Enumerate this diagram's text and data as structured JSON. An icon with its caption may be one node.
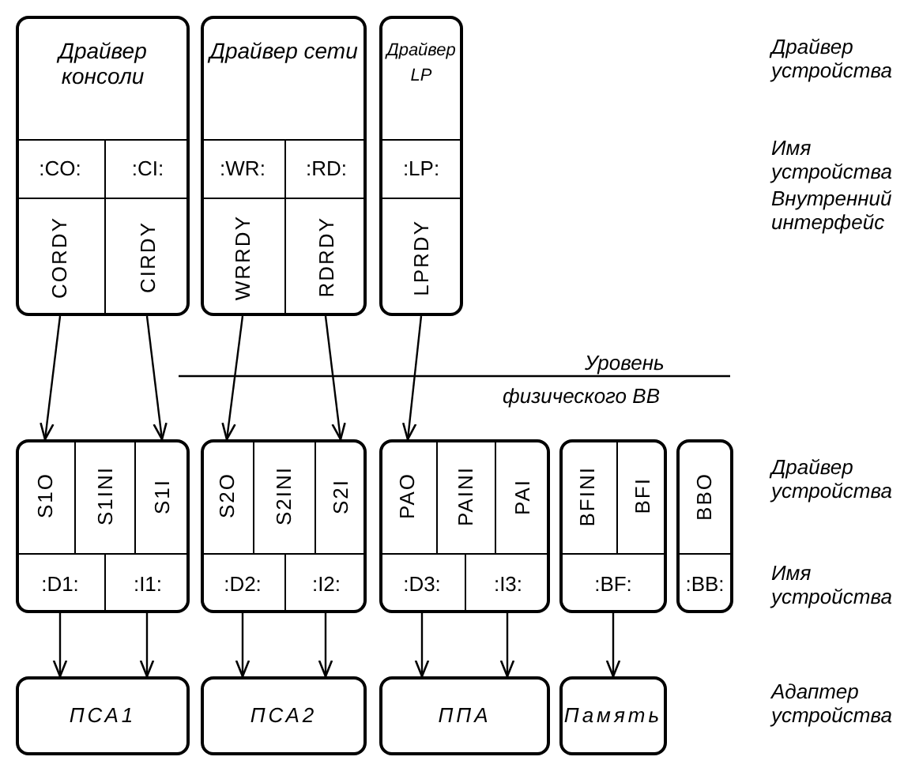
{
  "diagram": {
    "nodes": [
      {
        "text": [
          "Драйвер консоли"
        ]
      },
      {
        "text": [
          ":CO:"
        ],
        "in": 0
      },
      {
        "text": [
          ":CI:"
        ],
        "in": 0
      },
      {
        "text": [
          "CORDY"
        ],
        "in": 0
      },
      {
        "text": [
          "CIRDY"
        ],
        "in": 0
      },
      {
        "text": [
          "Драйвер сети"
        ]
      },
      {
        "text": [
          ":WR:"
        ],
        "in": 5
      },
      {
        "text": [
          ":RD:"
        ],
        "in": 5
      },
      {
        "text": [
          "WRRDY"
        ],
        "in": 5
      },
      {
        "text": [
          "RDRDY"
        ],
        "in": 5
      },
      {
        "text": [
          "Драйвер LP"
        ]
      },
      {
        "text": [
          ":LP:"
        ],
        "in": 10
      },
      {
        "text": [
          "LPRDY"
        ],
        "in": 10
      },
      {
        "text": [],
        "shape": "box"
      },
      {
        "text": [
          "S1O"
        ],
        "in": 13
      },
      {
        "text": [
          "S1INI"
        ],
        "in": 13
      },
      {
        "text": [
          "S1I"
        ],
        "in": 13
      },
      {
        "text": [
          ":D1:"
        ],
        "in": 13
      },
      {
        "text": [
          ":I1:"
        ],
        "in": 13
      },
      {
        "text": [],
        "shape": "box"
      },
      {
        "text": [
          "S2O"
        ],
        "in": 19
      },
      {
        "text": [
          "S2INI"
        ],
        "in": 19
      },
      {
        "text": [
          "S2I"
        ],
        "in": 19
      },
      {
        "text": [
          ":D2:"
        ],
        "in": 19
      },
      {
        "text": [
          ":I2:"
        ],
        "in": 19
      },
      {
        "text": [],
        "shape": "box"
      },
      {
        "text": [
          "PAO"
        ],
        "in": 25
      },
      {
        "text": [
          "PAINI"
        ],
        "in": 25
      },
      {
        "text": [
          "PAI"
        ],
        "in": 25
      },
      {
        "text": [
          ":D3:"
        ],
        "in": 25
      },
      {
        "text": [
          ":I3:"
        ],
        "in": 25
      },
      {
        "text": [],
        "shape": "box"
      },
      {
        "text": [
          "BFINI"
        ],
        "in": 31
      },
      {
        "text": [
          "BFI"
        ],
        "in": 31
      },
      {
        "text": [
          ":BF:"
        ],
        "in": 31
      },
      {
        "text": [],
        "shape": "box"
      },
      {
        "text": [
          "BBO"
        ],
        "in": 35
      },
      {
        "text": [
          ":BB:"
        ],
        "in": 35
      },
      {
        "text": [
          "ПСА1"
        ]
      },
      {
        "text": [
          "ПСА2"
        ]
      },
      {
        "text": [
          "ППА"
        ]
      },
      {
        "text": [
          "Память"
        ]
      }
    ],
    "edges": [
      {
        "from": 3,
        "to": 14,
        "arrow": "to"
      },
      {
        "from": 4,
        "to": 16,
        "arrow": "to"
      },
      {
        "from": 8,
        "to": 20,
        "arrow": "to"
      },
      {
        "from": 9,
        "to": 22,
        "arrow": "to"
      },
      {
        "from": 12,
        "to": 26,
        "arrow": "to"
      },
      {
        "from": 17,
        "to": 38,
        "arrow": "to"
      },
      {
        "from": 18,
        "to": 38,
        "arrow": "to"
      },
      {
        "from": 23,
        "to": 39,
        "arrow": "to"
      },
      {
        "from": 24,
        "to": 39,
        "arrow": "to"
      },
      {
        "from": 29,
        "to": 40,
        "arrow": "to"
      },
      {
        "from": 30,
        "to": 40,
        "arrow": "to"
      },
      {
        "from": 34,
        "to": 41,
        "arrow": "to"
      }
    ],
    "labels": [
      "Драйвер устройства",
      "Имя устройства",
      "Внутренний интерфейс",
      "Уровень",
      "физического ВВ",
      "Драйвер устройства",
      "Имя устройства",
      "Адаптер устройства"
    ]
  }
}
